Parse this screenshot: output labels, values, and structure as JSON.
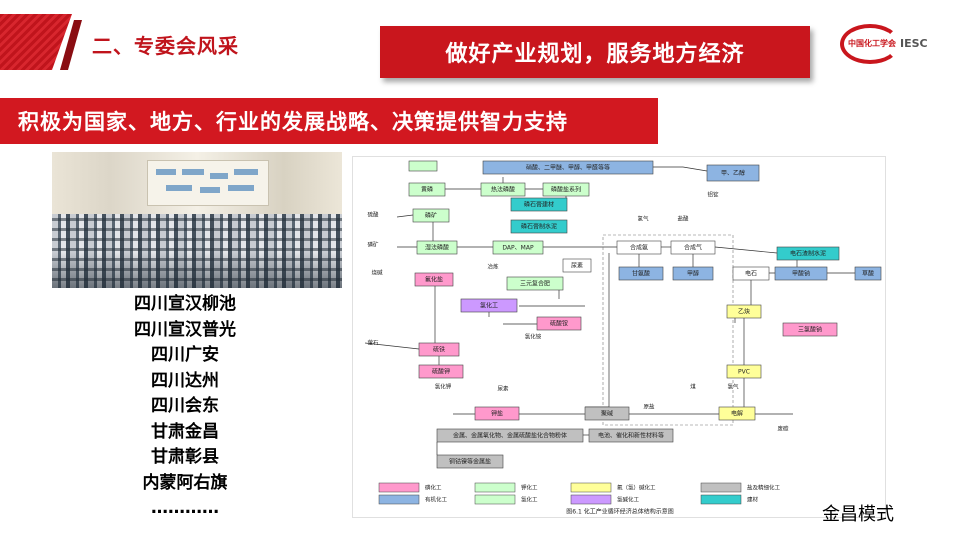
{
  "section_title": "二、专委会风采",
  "headline": "做好产业规划，服务地方经济",
  "logo": {
    "name_cn": "中国化工学会",
    "abbr": "IESC",
    "icon": "society-logo-icon"
  },
  "subtitle": "积极为国家、地方、行业的发展战略、决策提供智力支持",
  "photo": {
    "icon": "sand-table-model-photo"
  },
  "locations": [
    "四川宣汉柳池",
    "四川宣汉普光",
    "四川广安",
    "四川达州",
    "四川会东",
    "甘肃金昌",
    "甘肃彰县",
    "内蒙阿右旗",
    "…………"
  ],
  "diagram": {
    "caption": "图6.1  化工产业循环经济总体结构示意图",
    "nodes": [
      {
        "label": "硝酸、二甲醚、甲醇、甲醛等等",
        "color": "#8db4e2"
      },
      {
        "label": "甲、乙醇",
        "color": "#8db4e2"
      },
      {
        "label": "黄磷",
        "color": "#ccffcc"
      },
      {
        "label": "热法磷酸",
        "color": "#ccffcc"
      },
      {
        "label": "磷酸盐系列",
        "color": "#ccffcc"
      },
      {
        "label": "磷石膏建材",
        "color": "#33cccc"
      },
      {
        "label": "磷矿",
        "color": "#ccffcc"
      },
      {
        "label": "磷石膏制水泥",
        "color": "#33cccc"
      },
      {
        "label": "湿法磷酸",
        "color": "#ccffcc"
      },
      {
        "label": "DAP、MAP",
        "color": "#ccffcc"
      },
      {
        "label": "合成氨",
        "color": "#ffffff"
      },
      {
        "label": "合成气",
        "color": "#ffffff"
      },
      {
        "label": "电石渣制水泥",
        "color": "#33cccc"
      },
      {
        "label": "氟化盐",
        "color": "#ff99cc"
      },
      {
        "label": "尿素",
        "color": "#ffffff"
      },
      {
        "label": "甘氨酸",
        "color": "#8db4e2"
      },
      {
        "label": "甲醇",
        "color": "#8db4e2"
      },
      {
        "label": "电石",
        "color": "#ffffff"
      },
      {
        "label": "甲酸钠",
        "color": "#8db4e2"
      },
      {
        "label": "草酸",
        "color": "#8db4e2"
      },
      {
        "label": "氯化工",
        "color": "#cc99ff"
      },
      {
        "label": "三元复合肥",
        "color": "#ccffcc"
      },
      {
        "label": "乙炔",
        "color": "#ffff99"
      },
      {
        "label": "硫酸铵",
        "color": "#ff99cc"
      },
      {
        "label": "三氯酸钠",
        "color": "#ff99cc"
      },
      {
        "label": "硫铁",
        "color": "#ff99cc"
      },
      {
        "label": "PVC",
        "color": "#ffff99"
      },
      {
        "label": "硫酸钾",
        "color": "#ff99cc"
      },
      {
        "label": "钾盐",
        "color": "#ff99cc"
      },
      {
        "label": "聚碱",
        "color": "#c0c0c0"
      },
      {
        "label": "电解",
        "color": "#ffff99"
      },
      {
        "label": "金属、金属氧化物、金属硫酸盐化合物粉体",
        "color": "#c0c0c0"
      },
      {
        "label": "电池、催化和新性材料等",
        "color": "#c0c0c0"
      },
      {
        "label": "铜钴镍等金属盐",
        "color": "#c0c0c0"
      }
    ],
    "free_labels": [
      "硫酸",
      "磷矿",
      "萤石",
      "烧碱",
      "盐酸",
      "氢气",
      "氯气",
      "煤",
      "铝锭",
      "原盐",
      "尿素",
      "氯化钾",
      "氯化铵",
      "废碳",
      "冶炼"
    ],
    "legend": [
      {
        "label": "磷化工",
        "color": "#ff99cc"
      },
      {
        "label": "钾化工",
        "color": "#ccffcc"
      },
      {
        "label": "氟（氯）碱化工",
        "color": "#ffff99"
      },
      {
        "label": "盐及精细化工",
        "color": "#c0c0c0"
      },
      {
        "label": "有机化工",
        "color": "#8db4e2"
      },
      {
        "label": "氯化工",
        "color": "#ccffcc"
      },
      {
        "label": "氯碱化工",
        "color": "#cc99ff"
      },
      {
        "label": "建材",
        "color": "#33cccc"
      }
    ]
  },
  "corner_caption": "金昌模式"
}
